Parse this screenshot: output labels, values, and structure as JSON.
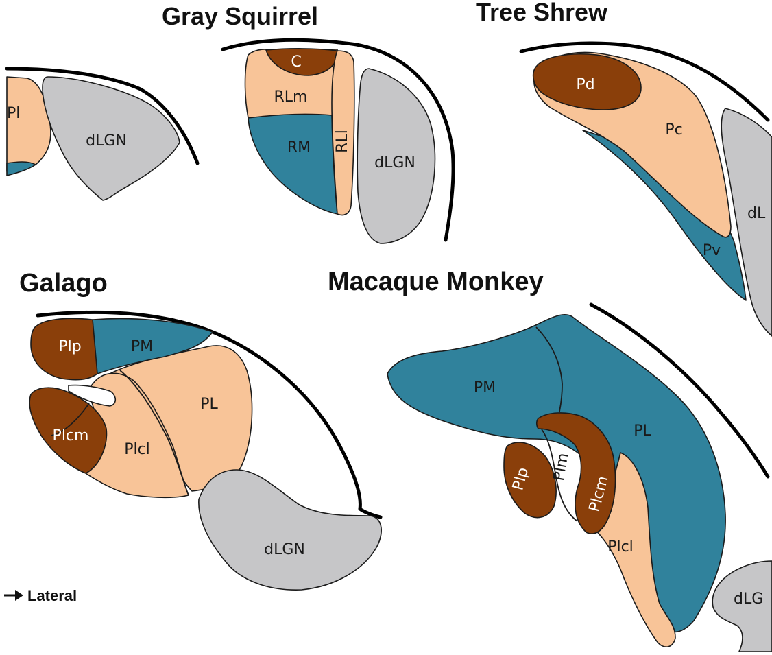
{
  "colors": {
    "dark_brown": "#8a3f0a",
    "peach": "#f8c498",
    "teal": "#30829c",
    "gray": "#c6c6c8",
    "outline": "#000000"
  },
  "panels": {
    "squirrel": {
      "title": "Gray Squirrel",
      "labels": {
        "c": "C",
        "rlm": "RLm",
        "rm": "RM",
        "rll": "RLl",
        "dlgn": "dLGN"
      }
    },
    "tree_shrew": {
      "title": "Tree Shrew",
      "labels": {
        "pd": "Pd",
        "pc": "Pc",
        "pv": "Pv",
        "dlgn": "dL"
      }
    },
    "left_partial": {
      "labels": {
        "pl": "Pl",
        "dlgn": "dLGN"
      }
    },
    "galago": {
      "title": "Galago",
      "labels": {
        "plp": "Plp",
        "pm": "PM",
        "pl": "PL",
        "plcm": "Plcm",
        "plcl": "Plcl",
        "dlgn": "dLGN"
      }
    },
    "macaque": {
      "title": "Macaque Monkey",
      "labels": {
        "pm": "PM",
        "pl": "PL",
        "plp": "Plp",
        "plm": "Plm",
        "plcm": "Plcm",
        "plcl": "Plcl",
        "dlgn": "dLG"
      }
    }
  },
  "legend": {
    "orientation_label": "Lateral",
    "arrow_icon": "right-arrow-icon"
  }
}
